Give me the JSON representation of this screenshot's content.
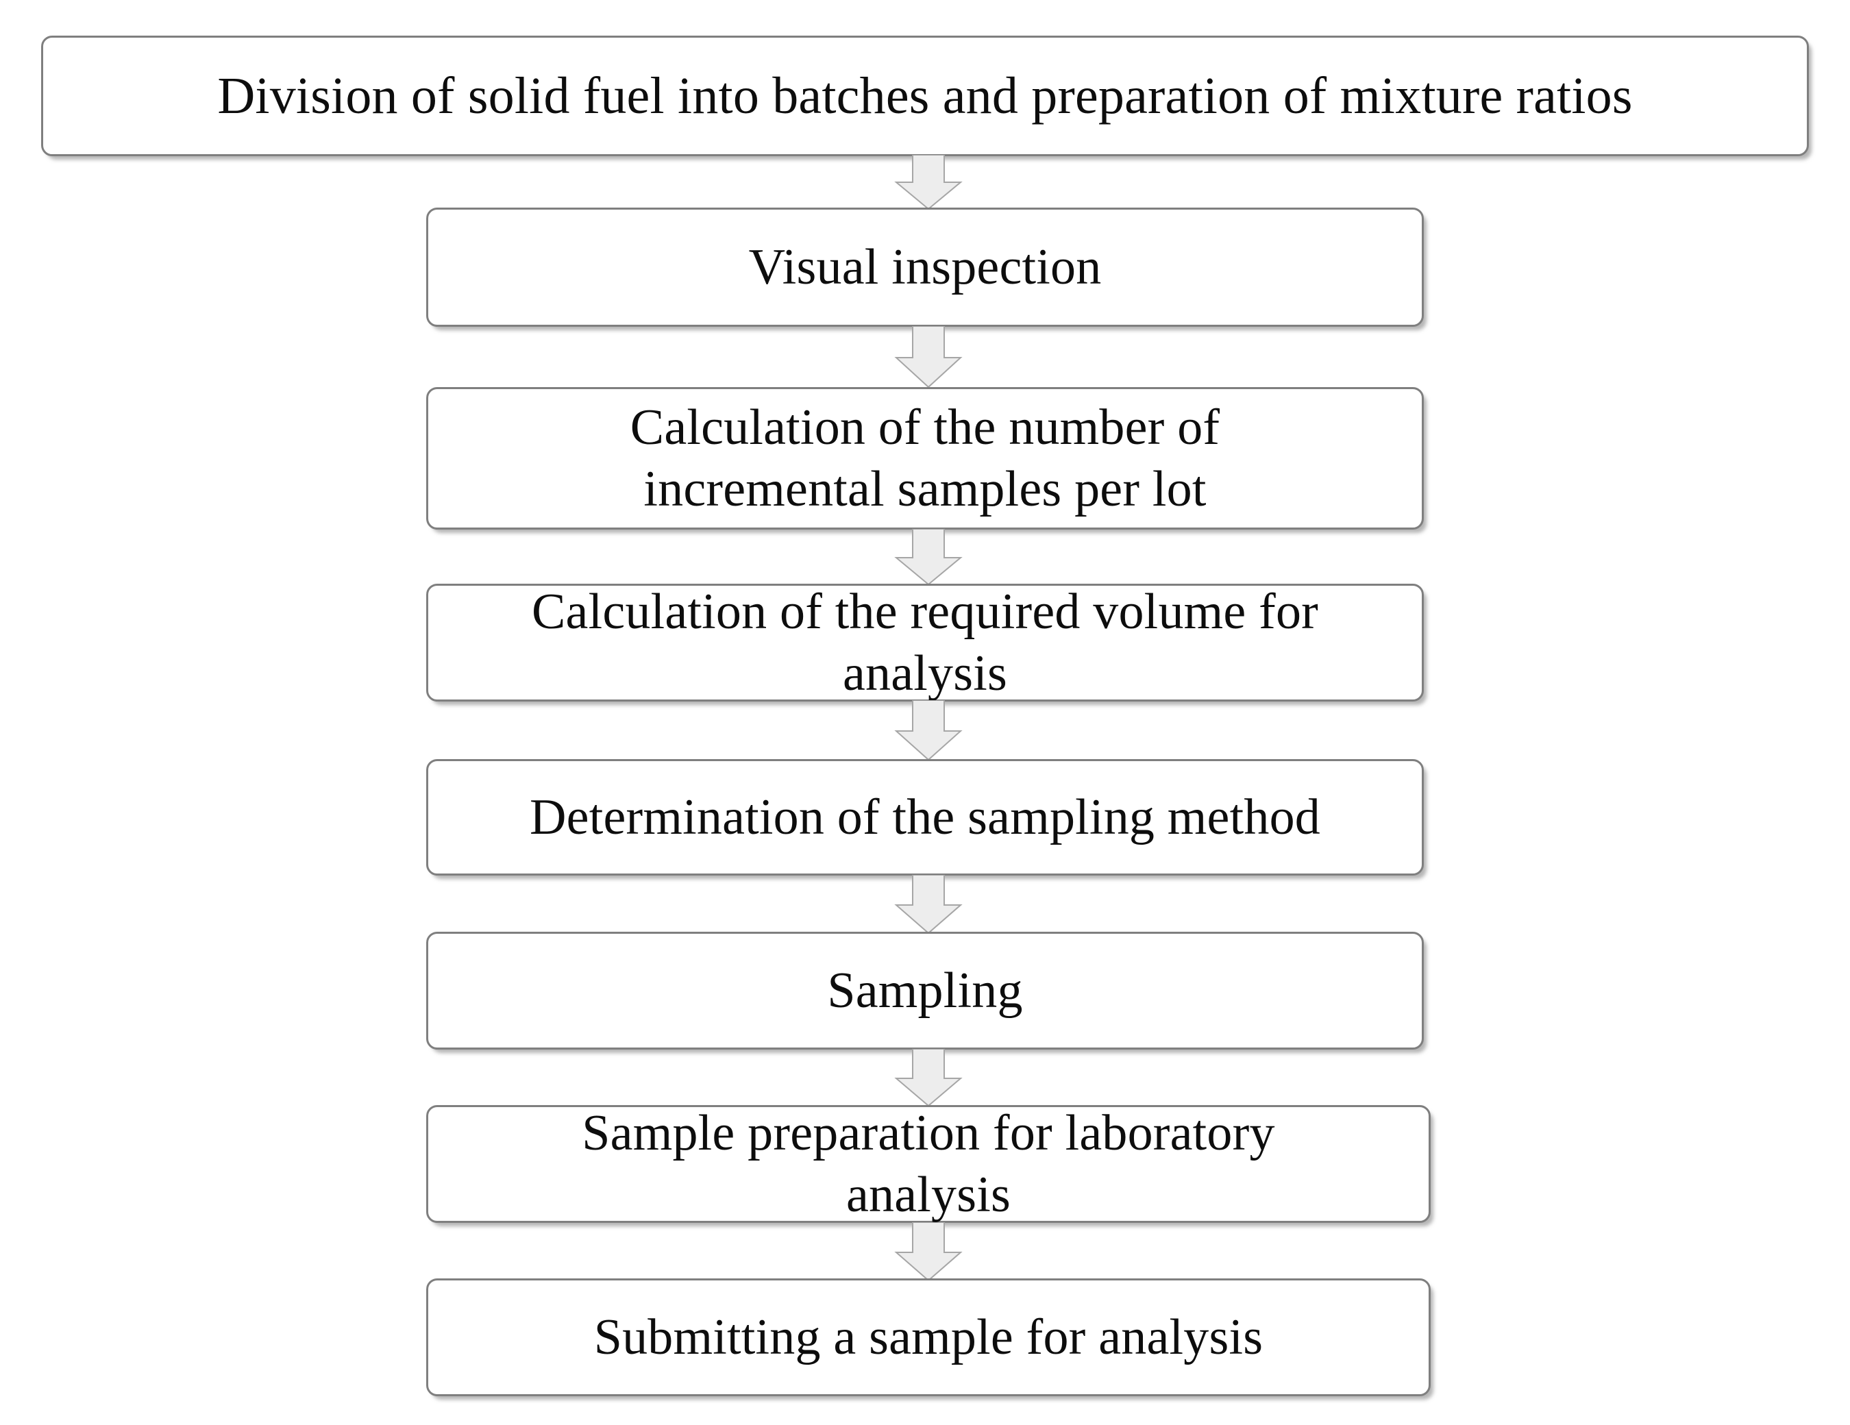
{
  "diagram": {
    "title": "Solid fuel sampling procedure flowchart",
    "type": "vertical-flowchart",
    "orientation": "top-to-bottom",
    "background_color": "#ffffff",
    "box_border_color": "#7f7f7f",
    "box_fill_color": "#ffffff",
    "text_color": "#0d0d0d",
    "arrow_fill_color": "#ededed",
    "arrow_border_color": "#a6a6a6",
    "node_count": 8,
    "connector_count": 7
  },
  "nodes": [
    {
      "id": "node-1",
      "order": 1,
      "label": "Division of solid fuel into batches and preparation of mixture ratios",
      "lines": 1,
      "width_style": "full"
    },
    {
      "id": "node-2",
      "order": 2,
      "label": "Visual inspection",
      "lines": 1,
      "width_style": "narrow"
    },
    {
      "id": "node-3",
      "order": 3,
      "label": "Calculation of the number of\nincremental samples per lot",
      "lines": 2,
      "width_style": "narrow"
    },
    {
      "id": "node-4",
      "order": 4,
      "label": "Calculation of the required volume for\nanalysis",
      "lines": 2,
      "width_style": "narrow"
    },
    {
      "id": "node-5",
      "order": 5,
      "label": "Determination of the sampling method",
      "lines": 1,
      "width_style": "narrow"
    },
    {
      "id": "node-6",
      "order": 6,
      "label": "Sampling",
      "lines": 1,
      "width_style": "narrow"
    },
    {
      "id": "node-7",
      "order": 7,
      "label": "Sample preparation for laboratory\nanalysis",
      "lines": 2,
      "width_style": "narrow"
    },
    {
      "id": "node-8",
      "order": 8,
      "label": "Submitting a sample for analysis",
      "lines": 1,
      "width_style": "narrow"
    }
  ],
  "connectors": [
    {
      "id": "connector-1",
      "from": "node-1",
      "to": "node-2",
      "shape": "down-block-arrow"
    },
    {
      "id": "connector-2",
      "from": "node-2",
      "to": "node-3",
      "shape": "down-block-arrow"
    },
    {
      "id": "connector-3",
      "from": "node-3",
      "to": "node-4",
      "shape": "down-block-arrow"
    },
    {
      "id": "connector-4",
      "from": "node-4",
      "to": "node-5",
      "shape": "down-block-arrow"
    },
    {
      "id": "connector-5",
      "from": "node-5",
      "to": "node-6",
      "shape": "down-block-arrow"
    },
    {
      "id": "connector-6",
      "from": "node-6",
      "to": "node-7",
      "shape": "down-block-arrow"
    },
    {
      "id": "connector-7",
      "from": "node-7",
      "to": "node-8",
      "shape": "down-block-arrow"
    }
  ]
}
